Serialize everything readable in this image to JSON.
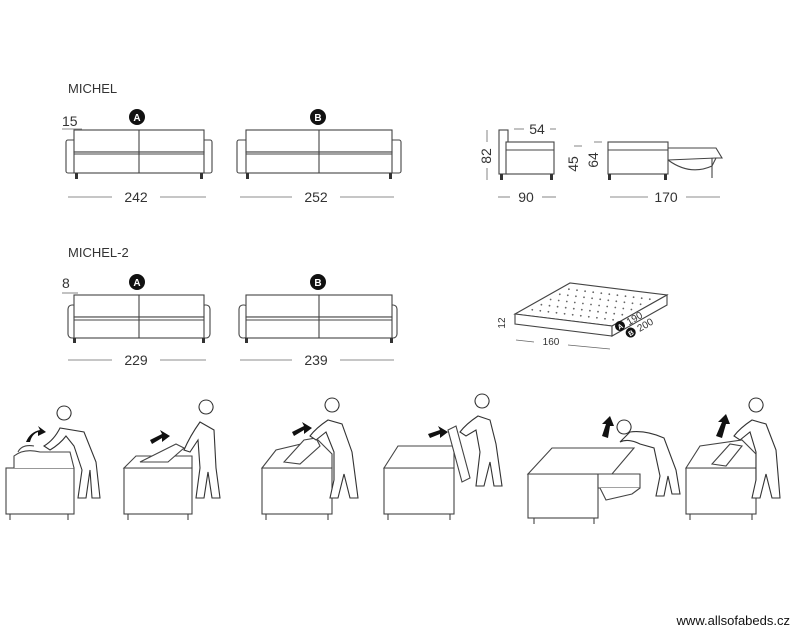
{
  "models": [
    {
      "title": "MICHEL",
      "depth_label": "15",
      "variants": [
        {
          "badge": "A",
          "width": "242"
        },
        {
          "badge": "B",
          "width": "252"
        }
      ]
    },
    {
      "title": "MICHEL-2",
      "depth_label": "8",
      "variants": [
        {
          "badge": "A",
          "width": "229"
        },
        {
          "badge": "B",
          "width": "239"
        }
      ]
    }
  ],
  "side_view": {
    "seat_depth": "54",
    "height": "82",
    "depth": "90",
    "seat_height": "45",
    "bed_height": "64",
    "open_length": "170"
  },
  "mattress": {
    "thickness": "12",
    "width": "160",
    "lengths": [
      {
        "badge": "A",
        "value": "190"
      },
      {
        "badge": "B",
        "value": "200"
      }
    ]
  },
  "footer": {
    "url": "www.allsofabeds.cz"
  }
}
